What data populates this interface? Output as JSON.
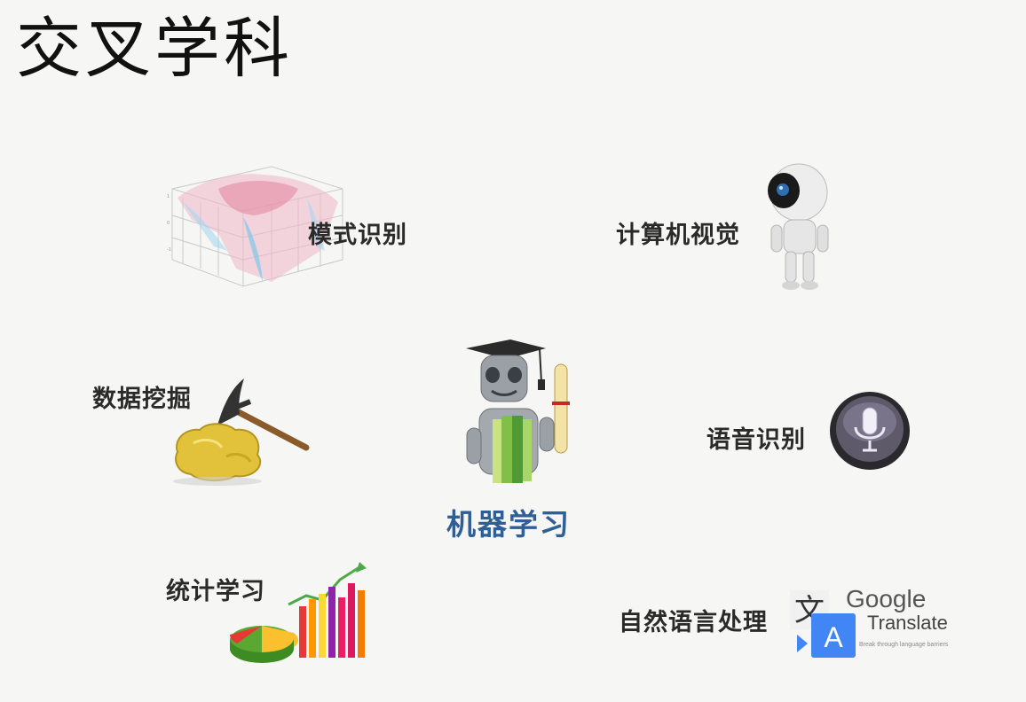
{
  "title": "交叉学科",
  "center": {
    "label": "机器学习",
    "icon": "graduate-robot-icon",
    "label_color": "#2f5f96"
  },
  "fields": [
    {
      "label": "模式识别",
      "icon": "3d-surface-plot-icon"
    },
    {
      "label": "计算机视觉",
      "icon": "robot-icon"
    },
    {
      "label": "数据挖掘",
      "icon": "gold-nugget-pickaxe-icon"
    },
    {
      "label": "语音识别",
      "icon": "microphone-button-icon"
    },
    {
      "label": "统计学习",
      "icon": "charts-icon"
    },
    {
      "label": "自然语言处理",
      "icon": "google-translate-icon"
    }
  ],
  "google_translate": {
    "brand": "Google",
    "product": "Translate",
    "tagline": "Break through language barriers",
    "glyph_zh": "文",
    "glyph_latin": "A"
  }
}
